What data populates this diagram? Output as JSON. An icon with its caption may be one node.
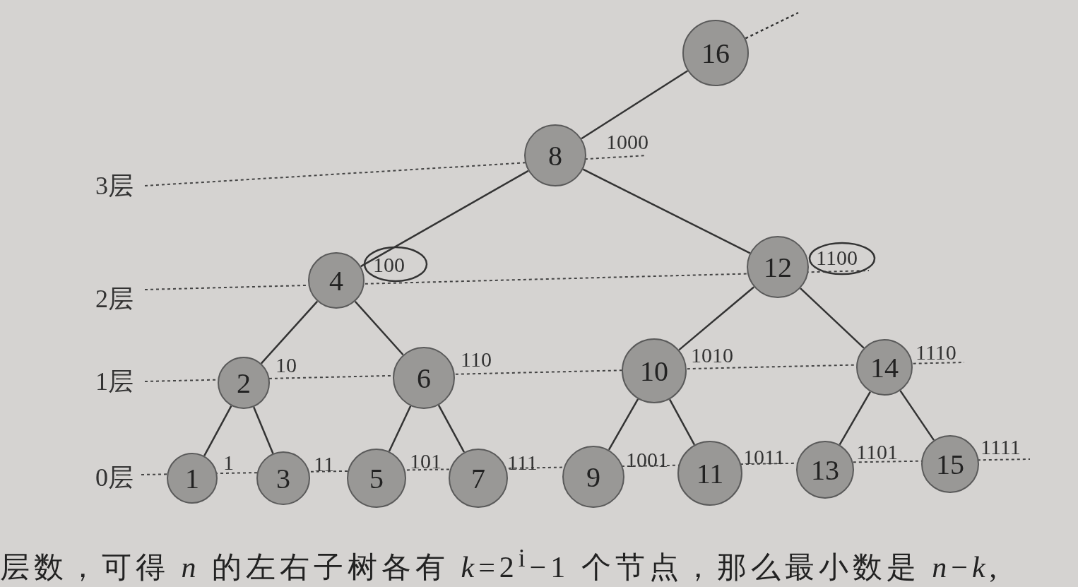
{
  "diagram": {
    "caption": "层数，可得 *n* 的左右子树各有 *k*=2$^{i}$−1 个节点，那么最小数是 *n*−*k*,",
    "nodes": [
      {
        "text": [
          "16"
        ]
      },
      {
        "text": [
          "8"
        ],
        "beside": [
          "1000"
        ]
      },
      {
        "text": [
          "4"
        ],
        "beside": [
          "100"
        ]
      },
      {
        "text": [
          "12"
        ],
        "beside": [
          "1100"
        ]
      },
      {
        "text": [
          "2"
        ],
        "beside": [
          "10"
        ]
      },
      {
        "text": [
          "6"
        ],
        "beside": [
          "110"
        ]
      },
      {
        "text": [
          "10"
        ],
        "beside": [
          "1010"
        ]
      },
      {
        "text": [
          "14"
        ],
        "beside": [
          "1110"
        ]
      },
      {
        "text": [
          "1"
        ],
        "beside": [
          "1"
        ]
      },
      {
        "text": [
          "3"
        ],
        "beside": [
          "11"
        ]
      },
      {
        "text": [
          "5"
        ],
        "beside": [
          "101"
        ]
      },
      {
        "text": [
          "7"
        ],
        "beside": [
          "111"
        ]
      },
      {
        "text": [
          "9"
        ],
        "beside": [
          "1001"
        ]
      },
      {
        "text": [
          "11"
        ],
        "beside": [
          "1011"
        ]
      },
      {
        "text": [
          "13"
        ],
        "beside": [
          "1101"
        ]
      },
      {
        "text": [
          "15"
        ],
        "beside": [
          "1111"
        ]
      }
    ],
    "edges": [
      {
        "from": 0,
        "to": null,
        "arrow": "none",
        "style": "dashed"
      },
      {
        "from": 0,
        "to": 1,
        "arrow": "none"
      },
      {
        "from": 1,
        "to": 2,
        "arrow": "none"
      },
      {
        "from": 1,
        "to": 3,
        "arrow": "none"
      },
      {
        "from": 2,
        "to": 4,
        "arrow": "none"
      },
      {
        "from": 2,
        "to": 5,
        "arrow": "none"
      },
      {
        "from": 3,
        "to": 6,
        "arrow": "none"
      },
      {
        "from": 3,
        "to": 7,
        "arrow": "none"
      },
      {
        "from": 4,
        "to": 8,
        "arrow": "none"
      },
      {
        "from": 4,
        "to": 9,
        "arrow": "none"
      },
      {
        "from": 5,
        "to": 10,
        "arrow": "none"
      },
      {
        "from": 5,
        "to": 11,
        "arrow": "none"
      },
      {
        "from": 6,
        "to": 12,
        "arrow": "none"
      },
      {
        "from": 6,
        "to": 13,
        "arrow": "none"
      },
      {
        "from": 7,
        "to": 14,
        "arrow": "none"
      },
      {
        "from": 7,
        "to": 15,
        "arrow": "none"
      }
    ],
    "labels": [
      "3层",
      "2层",
      "1层",
      "0层"
    ]
  }
}
